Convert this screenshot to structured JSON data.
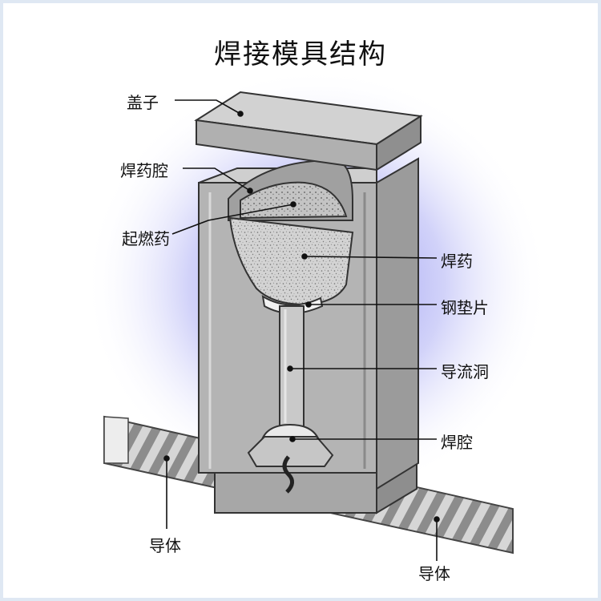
{
  "title": "焊接模具结构",
  "labels": {
    "cover": "盖子",
    "powder_cavity": "焊药腔",
    "igniter": "起燃药",
    "weld_powder": "焊药",
    "steel_disc": "钢垫片",
    "tap_hole": "导流洞",
    "weld_cavity": "焊腔",
    "conductor_left": "导体",
    "conductor_right": "导体"
  },
  "colors": {
    "halo": "#7c7cf0",
    "mold_front": "#b6b6b6",
    "mold_side": "#9a9a9a",
    "mold_top": "#d8d8d8",
    "powder": "#d0d0d0",
    "frame": "#dfe8f3"
  }
}
